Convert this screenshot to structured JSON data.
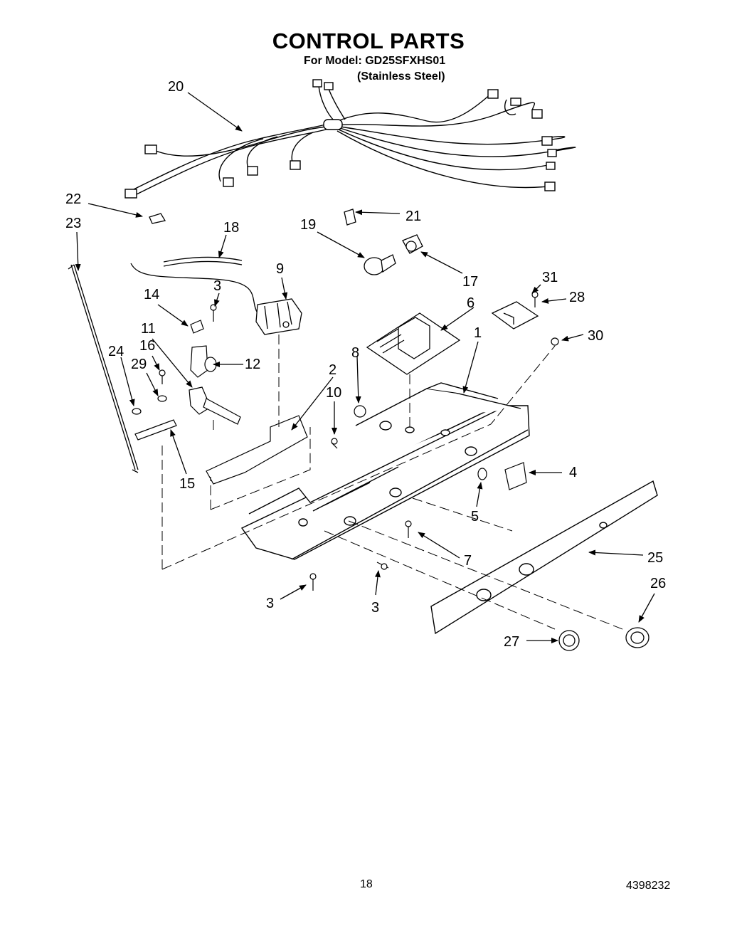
{
  "header": {
    "title": "CONTROL PARTS",
    "model_line": "For Model: GD25SFXHS01",
    "finish_line": "(Stainless Steel)"
  },
  "footer": {
    "page_number": "18",
    "document_number": "4398232"
  },
  "callouts": {
    "c1": "1",
    "c2": "2",
    "c3a": "3",
    "c3b": "3",
    "c3c": "3",
    "c4": "4",
    "c5": "5",
    "c6": "6",
    "c7": "7",
    "c8": "8",
    "c9": "9",
    "c10": "10",
    "c11": "11",
    "c12": "12",
    "c14": "14",
    "c15": "15",
    "c16": "16",
    "c17": "17",
    "c18": "18",
    "c19": "19",
    "c20": "20",
    "c21": "21",
    "c22": "22",
    "c23": "23",
    "c24": "24",
    "c25": "25",
    "c26": "26",
    "c27": "27",
    "c28": "28",
    "c29": "29",
    "c30": "30",
    "c31": "31"
  }
}
